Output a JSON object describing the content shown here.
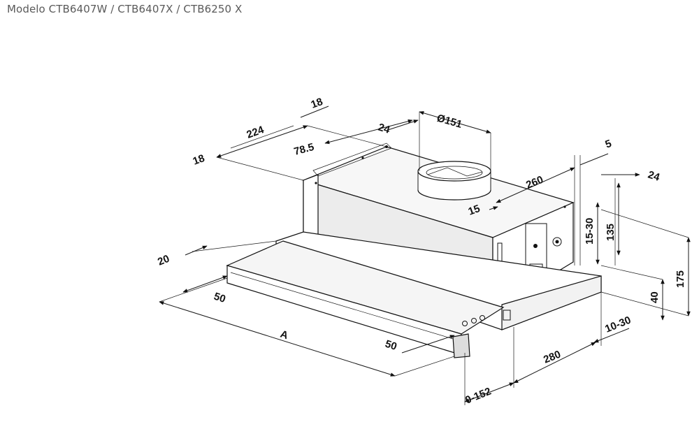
{
  "header": {
    "title": "Modelo CTB6407W / CTB6407X / CTB6250 X"
  },
  "dimensions": {
    "d18_top": "18",
    "d224": "224",
    "d18_left": "18",
    "d24_top": "24",
    "d78_5": "78.5",
    "d151": "Ø151",
    "d5": "5",
    "d260": "260",
    "d24_right": "24",
    "d15": "15",
    "d15_30": "15-30",
    "d135": "135",
    "d175": "175",
    "d40": "40",
    "d20": "20",
    "d50_left": "50",
    "dA": "A",
    "d50_front": "50",
    "d10_30": "10-30",
    "d280": "280",
    "d0_152": "0-152"
  }
}
